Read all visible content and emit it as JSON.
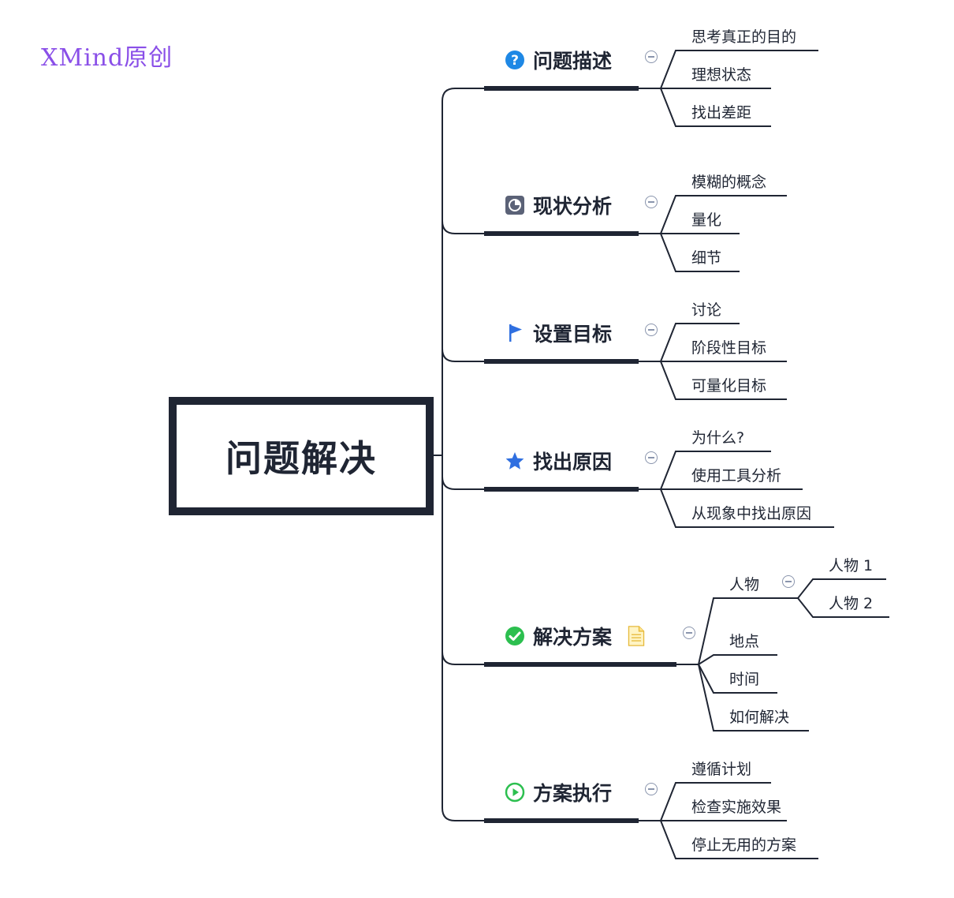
{
  "watermark": "XMind原创",
  "root": "问题解决",
  "branches": [
    {
      "label": "问题描述",
      "icon": "question-circle-icon",
      "children": [
        "思考真正的目的",
        "理想状态",
        "找出差距"
      ]
    },
    {
      "label": "现状分析",
      "icon": "pie-chart-icon",
      "children": [
        "模糊的概念",
        "量化",
        "细节"
      ]
    },
    {
      "label": "设置目标",
      "icon": "flag-icon",
      "children": [
        "讨论",
        "阶段性目标",
        "可量化目标"
      ]
    },
    {
      "label": "找出原因",
      "icon": "star-icon",
      "children": [
        "为什么?",
        "使用工具分析",
        "从现象中找出原因"
      ]
    },
    {
      "label": "解决方案",
      "icon": "check-circle-icon",
      "note_icon": "note-icon",
      "children": [
        "人物",
        "地点",
        "时间",
        "如何解决"
      ],
      "sub": {
        "parent": "人物",
        "children": [
          "人物 1",
          "人物 2"
        ]
      }
    },
    {
      "label": "方案执行",
      "icon": "play-circle-icon",
      "children": [
        "遵循计划",
        "检查实施效果",
        "停止无用的方案"
      ]
    }
  ],
  "colors": {
    "line": "#1f2533",
    "accent_blue": "#1e88e5",
    "accent_green": "#2cbf4f",
    "watermark": "#8a4fe8"
  }
}
